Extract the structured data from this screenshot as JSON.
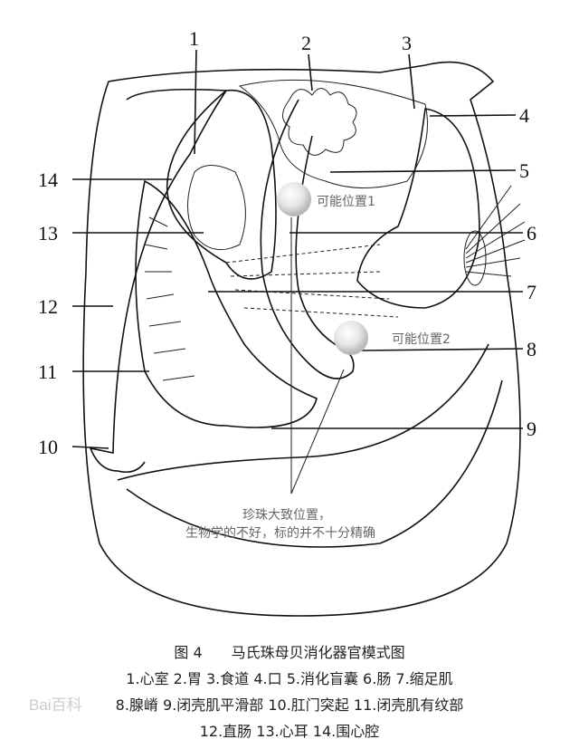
{
  "labels": [
    "1",
    "2",
    "3",
    "4",
    "5",
    "6",
    "7",
    "8",
    "9",
    "10",
    "11",
    "12",
    "13",
    "14"
  ],
  "annotations": {
    "position1": "可能位置1",
    "position2": "可能位置2",
    "note_line1": "珍珠大致位置，",
    "note_line2": "生物学的不好，标的并不十分精确"
  },
  "caption": {
    "title": "图 4　　马氏珠母贝消化器官模式图",
    "line1": "1.心室  2.胃  3.食道  4.口  5.消化盲囊  6.肠  7.缩足肌",
    "line2": "8.腺嵴  9.闭壳肌平滑部  10.肛门突起  11.闭壳肌有纹部",
    "line3": "12.直肠  13.心耳  14.围心腔"
  },
  "watermark": "Bai百科"
}
